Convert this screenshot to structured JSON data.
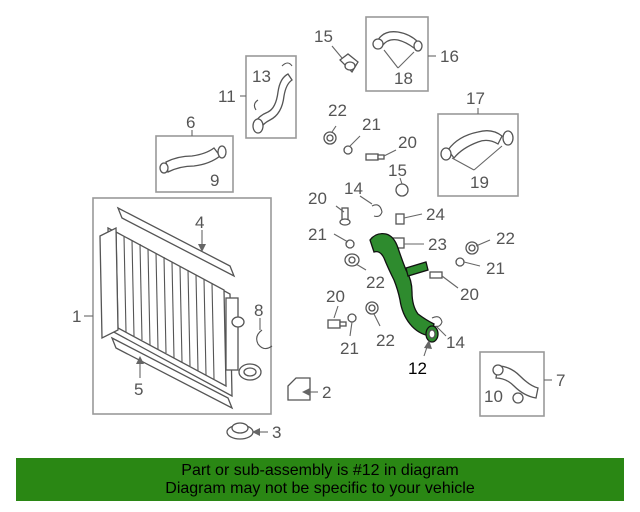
{
  "callouts": {
    "c1": "1",
    "c2": "2",
    "c3": "3",
    "c4": "4",
    "c5": "5",
    "c6": "6",
    "c7": "7",
    "c8": "8",
    "c9": "9",
    "c10": "10",
    "c11": "11",
    "c12": "12",
    "c13": "13",
    "c14a": "14",
    "c14b": "14",
    "c15a": "15",
    "c15b": "15",
    "c16": "16",
    "c17": "17",
    "c18": "18",
    "c19": "19",
    "c20a": "20",
    "c20b": "20",
    "c20c": "20",
    "c20d": "20",
    "c21a": "21",
    "c21b": "21",
    "c21c": "21",
    "c21d": "21",
    "c22a": "22",
    "c22b": "22",
    "c22c": "22",
    "c22d": "22",
    "c23": "23",
    "c24": "24"
  },
  "highlight_color": "#2e8b2e",
  "footer": {
    "line1": "Part or sub-assembly is #12 in diagram",
    "line2": "Diagram may not be specific to your vehicle",
    "background": "#2a8714"
  }
}
